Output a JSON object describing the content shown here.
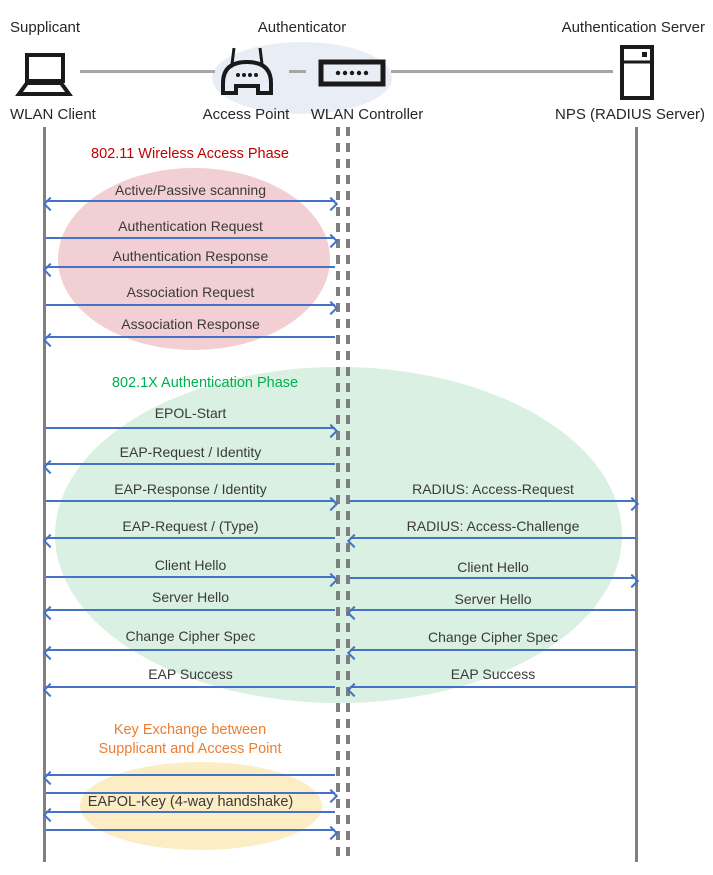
{
  "diagram": {
    "actors": {
      "supplicant": {
        "role": "Supplicant",
        "device": "WLAN Client"
      },
      "authenticator": {
        "role": "Authenticator",
        "devices": {
          "access_point": "Access Point",
          "wlan_controller": "WLAN Controller"
        }
      },
      "authentication_server": {
        "role": "Authentication Server",
        "device": "NPS (RADIUS Server)"
      }
    },
    "phases": {
      "wireless_access": {
        "title": "802.11 Wireless Access Phase",
        "title_color": "#C00000",
        "ellipse_color": "#F2CFD3"
      },
      "dot1x": {
        "title": "802.1X Authentication Phase",
        "title_color": "#00B050",
        "ellipse_color": "#D9F0E2"
      },
      "key_exchange": {
        "title_line1": "Key Exchange between",
        "title_line2": "Supplicant and Access Point",
        "title_color": "#ED7D31",
        "ellipse_color": "#FCEDC5"
      }
    },
    "messages": {
      "scanning": "Active/Passive scanning",
      "auth_request": "Authentication Request",
      "auth_response": "Authentication Response",
      "assoc_request": "Association Request",
      "assoc_response": "Association Response",
      "epol_start": "EPOL-Start",
      "eap_request_identity": "EAP-Request / Identity",
      "eap_response_identity": "EAP-Response / Identity",
      "radius_access_request": "RADIUS: Access-Request",
      "eap_request_type": "EAP-Request / (Type)",
      "radius_access_challenge": "RADIUS: Access-Challenge",
      "client_hello_left": "Client Hello",
      "client_hello_right": "Client Hello",
      "server_hello_left": "Server Hello",
      "server_hello_right": "Server Hello",
      "change_cipher_left": "Change Cipher Spec",
      "change_cipher_right": "Change Cipher Spec",
      "eap_success_left": "EAP Success",
      "eap_success_right": "EAP Success",
      "eapol_key": "EAPOL-Key (4-way handshake)"
    },
    "colors": {
      "arrow": "#4472C4",
      "lifeline": "#7F7F7F",
      "connector": "#A6A6A6",
      "authenticator_bg": "#E9EDF6"
    }
  }
}
